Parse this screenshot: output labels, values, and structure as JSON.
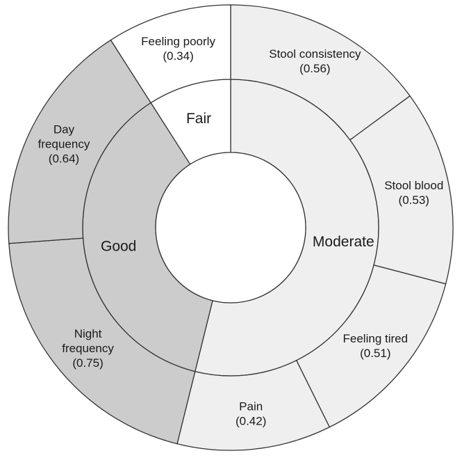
{
  "chart_data": {
    "type": "sunburst",
    "groups": [
      {
        "name": "Moderate",
        "color": "#efefef"
      },
      {
        "name": "Good",
        "color": "#cccccc"
      },
      {
        "name": "Fair",
        "color": "#ffffff"
      }
    ],
    "segments": [
      {
        "label": "Stool consistency",
        "value_text": "(0.56)",
        "value": 0.56,
        "group": "Moderate"
      },
      {
        "label": "Stool blood",
        "value_text": "(0.53)",
        "value": 0.53,
        "group": "Moderate"
      },
      {
        "label": "Feeling tired",
        "value_text": "(0.51)",
        "value": 0.51,
        "group": "Moderate"
      },
      {
        "label": "Pain",
        "value_text": "(0.42)",
        "value": 0.42,
        "group": "Moderate"
      },
      {
        "label": "Night frequency",
        "value_text": "(0.75)",
        "value": 0.75,
        "group": "Good"
      },
      {
        "label": "Day frequency",
        "value_text": "(0.64)",
        "value": 0.64,
        "group": "Good"
      },
      {
        "label": "Feeling poorly",
        "value_text": "(0.34)",
        "value": 0.34,
        "group": "Fair"
      }
    ]
  }
}
